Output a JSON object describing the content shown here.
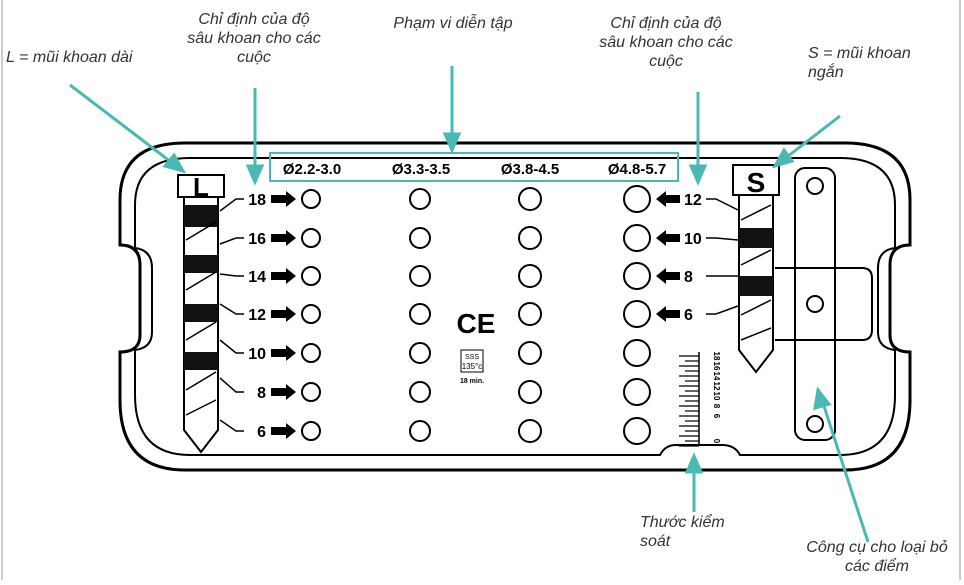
{
  "annotations": {
    "long_drill": "L = mũi khoan dài",
    "depth_left": "Chỉ định của độ sâu khoan cho các cuộc",
    "drill_range": "Phạm vi diễn tập",
    "depth_right": "Chỉ định của độ sâu khoan cho các cuộc",
    "short_drill": "S = mũi khoan ngắn",
    "control_ruler": "Thước kiểm soát",
    "stop_remover": "Công cụ cho loại bỏ các điểm"
  },
  "tray": {
    "long_label": "L",
    "short_label": "S",
    "ranges": [
      "Ø2.2-3.0",
      "Ø3.3-3.5",
      "Ø3.8-4.5",
      "Ø4.8-5.7"
    ],
    "left_depths": [
      "18",
      "16",
      "14",
      "12",
      "10",
      "8",
      "6"
    ],
    "right_depths": [
      "12",
      "10",
      "8",
      "6"
    ],
    "ce_mark": "CE",
    "sterilization": {
      "symbol": "SSS",
      "temperature": "135°c",
      "time": "18 min."
    },
    "ruler_ticks": [
      "18",
      "16",
      "14",
      "12",
      "10",
      "8",
      "6",
      "0"
    ]
  },
  "colors": {
    "accent": "#4ab8b4",
    "outline": "#000000"
  }
}
